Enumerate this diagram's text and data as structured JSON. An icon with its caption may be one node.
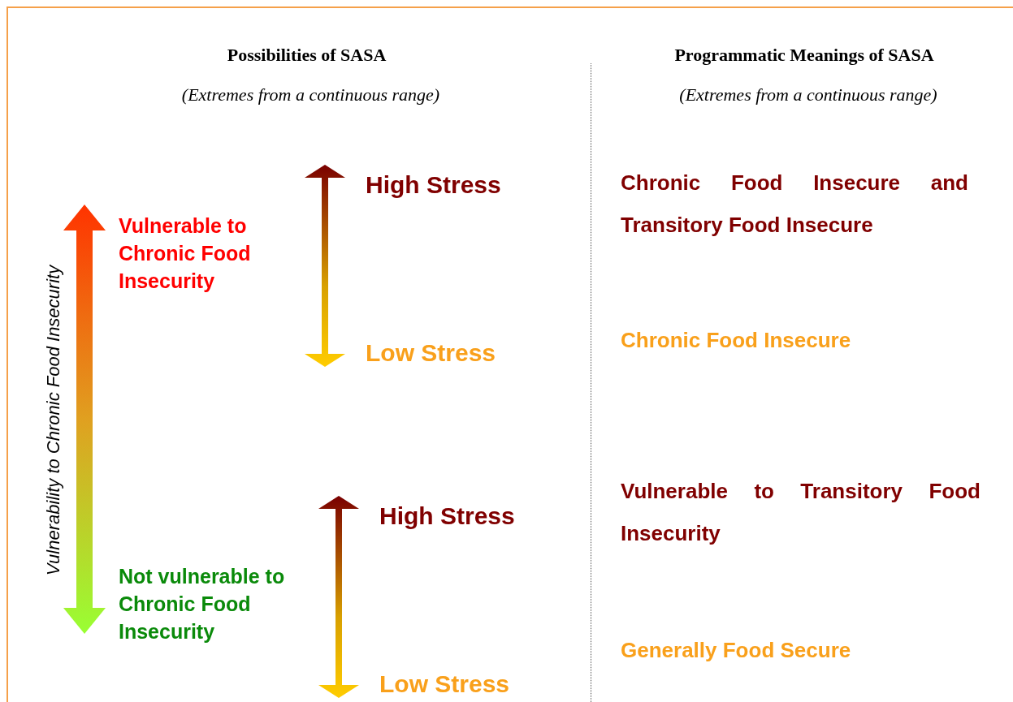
{
  "diagram": {
    "labels": [
      "Possibilities of SASA",
      "Programmatic Meanings of SASA",
      "(Extremes from a continuous range)",
      "(Extremes from a continuous range)",
      "High Stress",
      "Chronic Food Insecure and Transitory Food Insecure",
      "Vulnerable to Chronic Food Insecurity",
      "Vulnerability to Chronic Food Insecurity",
      "Low Stress",
      "Chronic Food Insecure",
      "Vulnerable to Transitory Food Insecurity",
      "High Stress",
      "Not vulnerable to Chronic Food Insecurity",
      "Generally Food Secure",
      "Low Stress"
    ]
  }
}
